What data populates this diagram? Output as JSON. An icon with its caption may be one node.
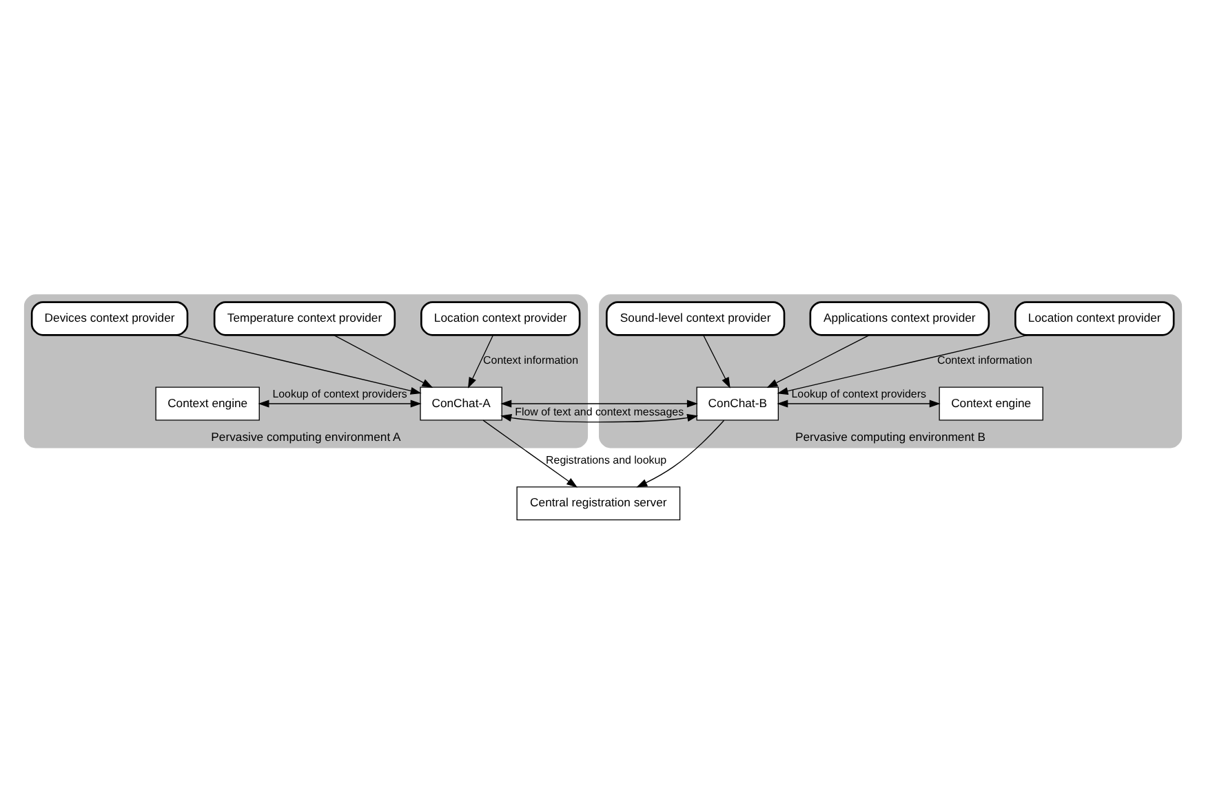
{
  "diagram": {
    "nodes": [
      {
        "text": [
          "Pervasive computing environment A"
        ]
      },
      {
        "text": [
          "Location context provider"
        ],
        "in": 0
      },
      {
        "text": [
          "Context engine"
        ],
        "in": 0
      },
      {
        "text": [
          "ConChat-A"
        ],
        "in": 0
      },
      {
        "text": [
          "Temperature context provider"
        ],
        "in": 0
      },
      {
        "text": [
          "Devices context provider"
        ],
        "in": 0
      },
      {
        "text": [
          "Pervasive computing environment B"
        ]
      },
      {
        "text": [
          "Location context provider"
        ],
        "in": 6
      },
      {
        "text": [
          "Applications context provider"
        ],
        "in": 6
      },
      {
        "text": [
          "ConChat-B"
        ],
        "in": 6
      },
      {
        "text": [
          "Context engine"
        ],
        "in": 6
      },
      {
        "text": [
          "Sound-level context provider"
        ],
        "in": 6
      },
      {
        "text": [
          "Central registration server"
        ]
      }
    ],
    "edges": [
      {
        "from": 1,
        "to": 3,
        "arrow": "to",
        "label": "Context information"
      },
      {
        "from": 2,
        "to": 3,
        "arrow": "both",
        "label": "Lookup of context providers"
      },
      {
        "from": 3,
        "to": 9,
        "arrow": "both",
        "label": "Flow of text and context messages"
      },
      {
        "from": 4,
        "to": 3,
        "arrow": "to"
      },
      {
        "from": 5,
        "to": 3,
        "arrow": "to"
      },
      {
        "from": 3,
        "to": 12,
        "arrow": "to",
        "label": "Registrations and lookup"
      },
      {
        "from": 9,
        "to": 12,
        "arrow": "to"
      },
      {
        "from": 7,
        "to": 9,
        "arrow": "to",
        "label": "Context information"
      },
      {
        "from": 8,
        "to": 9,
        "arrow": "to"
      },
      {
        "from": 9,
        "to": 10,
        "arrow": "both",
        "label": "Lookup of context providers"
      },
      {
        "from": 11,
        "to": 9,
        "arrow": "to"
      }
    ]
  }
}
